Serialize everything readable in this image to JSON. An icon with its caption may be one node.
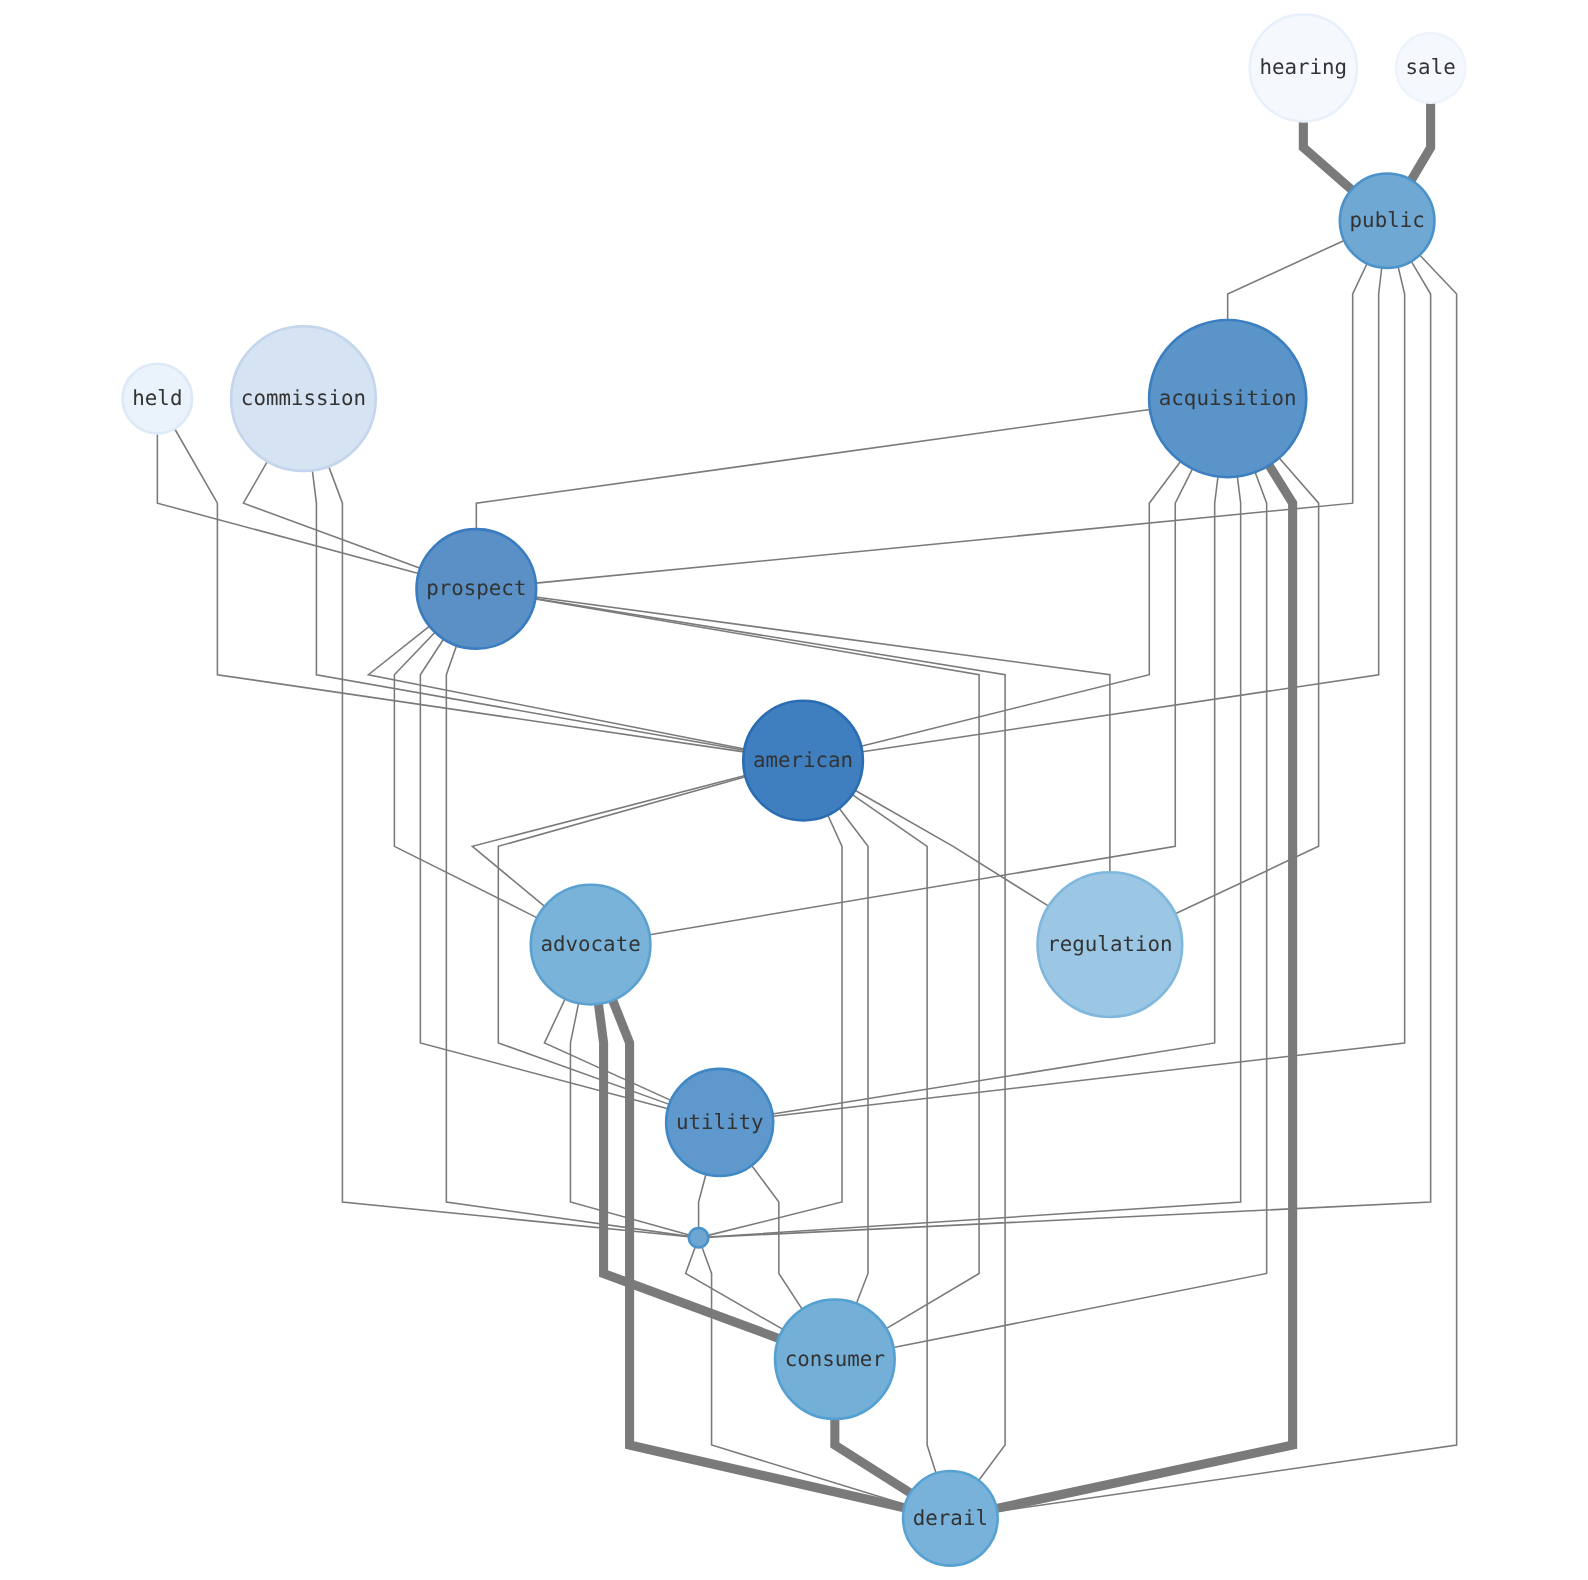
{
  "diagram": {
    "nodes": [
      {
        "text": [
          "hearing"
        ]
      },
      {
        "text": [
          "held"
        ]
      },
      {
        "text": [
          "sale"
        ]
      },
      {
        "text": [
          "public"
        ]
      },
      {
        "text": [
          "commission"
        ]
      },
      {
        "text": [
          "acquisition"
        ]
      },
      {
        "text": [
          "prospect"
        ]
      },
      {
        "text": [
          "american"
        ]
      },
      {
        "text": [
          "advocate"
        ]
      },
      {
        "text": [
          "utility"
        ]
      },
      {
        "text": [],
        "shape": "circle"
      },
      {
        "text": [
          "consumer"
        ]
      },
      {
        "text": [
          "derail"
        ]
      },
      {
        "text": [
          "regulation"
        ]
      }
    ],
    "edges": [
      {
        "from": 0,
        "to": 3,
        "arrow": "none",
        "style": "thick"
      },
      {
        "from": 1,
        "to": 6,
        "arrow": "none"
      },
      {
        "from": 1,
        "to": 7,
        "arrow": "none"
      },
      {
        "from": 2,
        "to": 3,
        "arrow": "none",
        "style": "thick"
      },
      {
        "from": 3,
        "to": 5,
        "arrow": "none"
      },
      {
        "from": 3,
        "to": 6,
        "arrow": "none"
      },
      {
        "from": 3,
        "to": 7,
        "arrow": "none"
      },
      {
        "from": 3,
        "to": 9,
        "arrow": "none"
      },
      {
        "from": 3,
        "to": 10,
        "arrow": "none"
      },
      {
        "from": 3,
        "to": 12,
        "arrow": "none"
      },
      {
        "from": 4,
        "to": 6,
        "arrow": "none"
      },
      {
        "from": 4,
        "to": 7,
        "arrow": "none"
      },
      {
        "from": 4,
        "to": 10,
        "arrow": "none"
      },
      {
        "from": 5,
        "to": 6,
        "arrow": "none"
      },
      {
        "from": 5,
        "to": 7,
        "arrow": "none"
      },
      {
        "from": 5,
        "to": 8,
        "arrow": "none"
      },
      {
        "from": 5,
        "to": 9,
        "arrow": "none"
      },
      {
        "from": 5,
        "to": 10,
        "arrow": "none"
      },
      {
        "from": 5,
        "to": 11,
        "arrow": "none"
      },
      {
        "from": 5,
        "to": 12,
        "arrow": "none",
        "style": "thick"
      },
      {
        "from": 5,
        "to": 13,
        "arrow": "none"
      },
      {
        "from": 6,
        "to": 7,
        "arrow": "none"
      },
      {
        "from": 6,
        "to": 8,
        "arrow": "none"
      },
      {
        "from": 6,
        "to": 9,
        "arrow": "none"
      },
      {
        "from": 6,
        "to": 10,
        "arrow": "none"
      },
      {
        "from": 6,
        "to": 11,
        "arrow": "none"
      },
      {
        "from": 6,
        "to": 12,
        "arrow": "none"
      },
      {
        "from": 6,
        "to": 13,
        "arrow": "none"
      },
      {
        "from": 7,
        "to": 8,
        "arrow": "none"
      },
      {
        "from": 7,
        "to": 9,
        "arrow": "none"
      },
      {
        "from": 7,
        "to": 10,
        "arrow": "none"
      },
      {
        "from": 7,
        "to": 11,
        "arrow": "none"
      },
      {
        "from": 7,
        "to": 12,
        "arrow": "none"
      },
      {
        "from": 7,
        "to": 13,
        "arrow": "none"
      },
      {
        "from": 8,
        "to": 9,
        "arrow": "none"
      },
      {
        "from": 8,
        "to": 10,
        "arrow": "none"
      },
      {
        "from": 8,
        "to": 11,
        "arrow": "none",
        "style": "thick"
      },
      {
        "from": 8,
        "to": 12,
        "arrow": "none",
        "style": "thick"
      },
      {
        "from": 9,
        "to": 10,
        "arrow": "none"
      },
      {
        "from": 9,
        "to": 11,
        "arrow": "none"
      },
      {
        "from": 10,
        "to": 11,
        "arrow": "none"
      },
      {
        "from": 10,
        "to": 12,
        "arrow": "none"
      },
      {
        "from": 11,
        "to": 12,
        "arrow": "none",
        "style": "thick"
      }
    ]
  }
}
